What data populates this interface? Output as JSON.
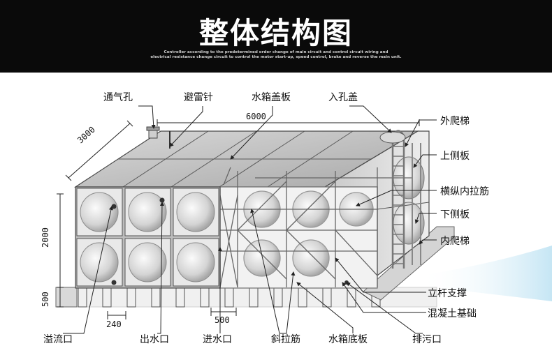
{
  "header": {
    "title": "整体结构图",
    "subtitle_line1": "Controller according to the predetermined order change of main circuit and control circuit wiring and",
    "subtitle_line2": "electrical resistance change circuit to control the motor start-up, speed control, brake and reverse the main unit."
  },
  "labels": {
    "vent": "通气孔",
    "lightning_rod": "避雷针",
    "tank_cover": "水箱盖板",
    "manhole_cover": "入孔盖",
    "outer_ladder": "外爬梯",
    "upper_side_panel": "上侧板",
    "tie_bars": "横纵内拉筋",
    "lower_side_panel": "下侧板",
    "inner_ladder": "内爬梯",
    "pole_support": "立杆支撑",
    "concrete_base": "混凝土基础",
    "overflow": "溢流口",
    "outlet": "出水口",
    "inlet": "进水口",
    "diagonal_brace": "斜拉筋",
    "tank_bottom": "水箱底板",
    "drain": "排污口"
  },
  "dimensions": {
    "length": "6000",
    "width": "3000",
    "height": "2000",
    "base_height": "500",
    "beam_gap": "240",
    "beam_spacing": "500"
  },
  "colors": {
    "header_bg": "#0a0a0a",
    "panel_light": "#e4e4e4",
    "panel_dark": "#9a9a9a",
    "frame": "#555555"
  }
}
